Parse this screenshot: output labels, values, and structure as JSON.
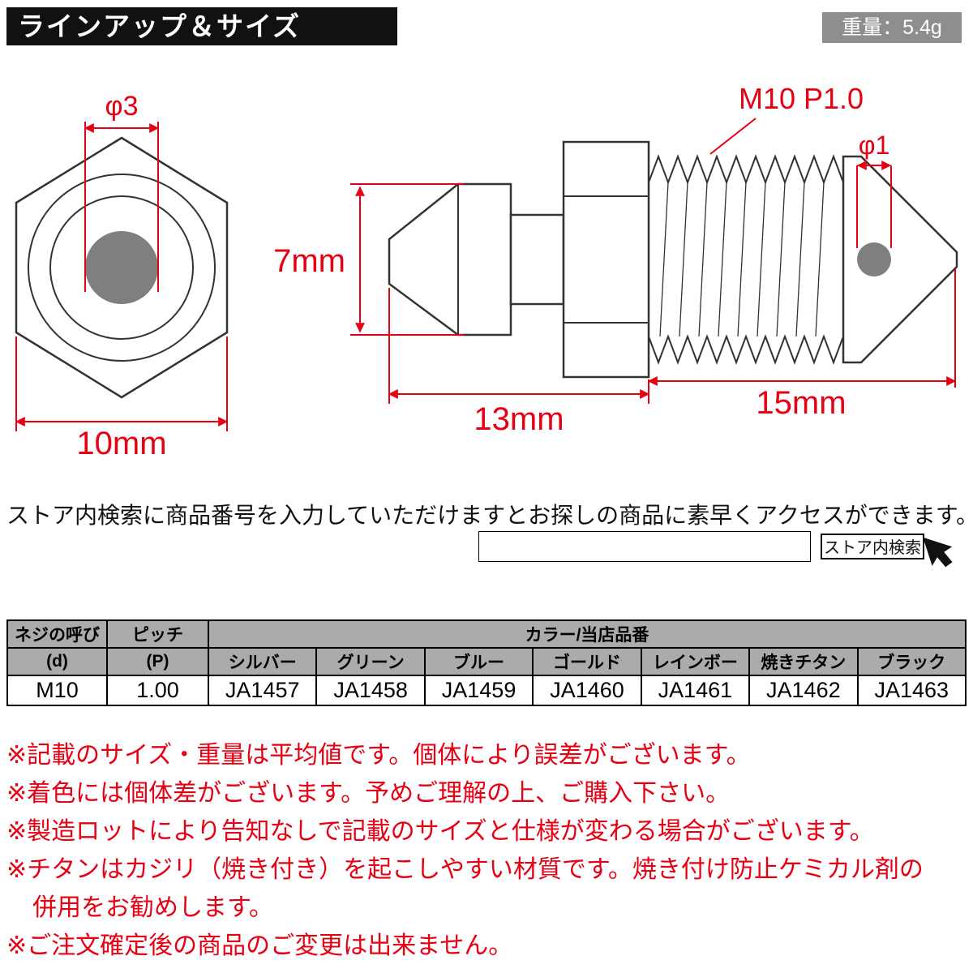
{
  "header": {
    "banner_title": "ラインアップ＆サイズ",
    "weight_badge": "重量：5.4g"
  },
  "diagram": {
    "front": {
      "hole_dia_label": "φ3",
      "width_label": "10mm"
    },
    "side": {
      "thread_spec_label": "M10 P1.0",
      "tip_hole_label": "φ1",
      "head_dia_label": "7mm",
      "front_len_label": "13mm",
      "thread_len_label": "15mm"
    },
    "colors": {
      "dimension_red": "#e60012",
      "outline": "#333333",
      "metal_gray": "#7f7f7f"
    }
  },
  "search": {
    "hint": "ストア内検索に商品番号を入力していただけますとお探しの商品に素早くアクセスができます。",
    "input_value": "",
    "button_label": "ストア内検索"
  },
  "spec_table": {
    "headers": {
      "call_top": "ネジの呼び",
      "call_sub": "(d)",
      "pitch_top": "ピッチ",
      "pitch_sub": "(P)",
      "color_span": "カラー/当店品番",
      "color_names": [
        "シルバー",
        "グリーン",
        "ブルー",
        "ゴールド",
        "レインボー",
        "焼きチタン",
        "ブラック"
      ]
    },
    "row": {
      "call": "M10",
      "pitch": "1.00",
      "codes": [
        "JA1457",
        "JA1458",
        "JA1459",
        "JA1460",
        "JA1461",
        "JA1462",
        "JA1463"
      ]
    }
  },
  "notes": [
    "※記載のサイズ・重量は平均値です。個体により誤差がございます。",
    "※着色には個体差がございます。予めご理解の上、ご購入下さい。",
    "※製造ロットにより告知なしで記載のサイズと仕様が変わる場合がございます。",
    "※チタンはカジリ（焼き付き）を起こしやすい材質です。焼き付け防止ケミカル剤の",
    "併用をお勧めします。",
    "※ご注文確定後の商品のご変更は出来ません。"
  ]
}
